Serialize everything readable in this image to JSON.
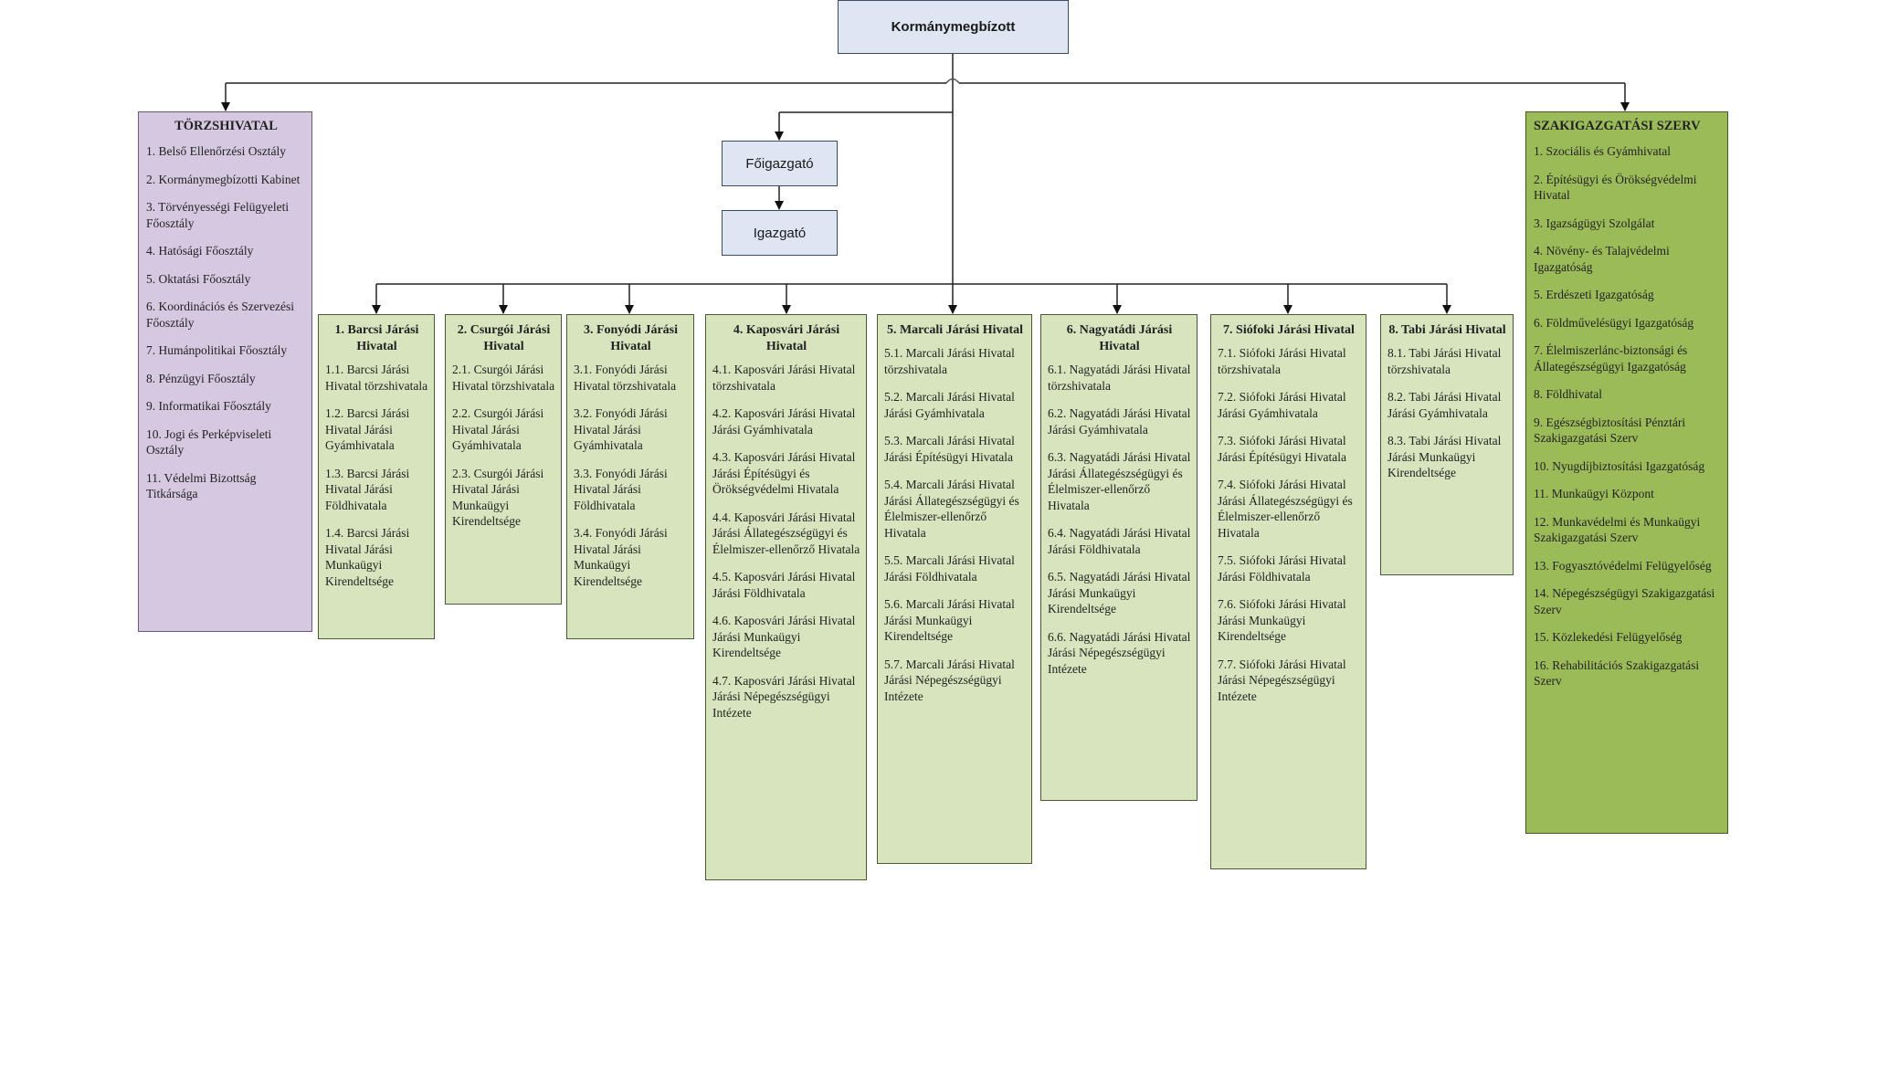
{
  "top": {
    "title": "Kormánymegbízott"
  },
  "fo_igazgato": "Főigazgató",
  "igazgato": "Igazgató",
  "torzshivatal": {
    "title": "TÖRZSHIVATAL",
    "items": [
      "1. Belső Ellenőrzési Osztály",
      "2. Kormánymegbízotti Kabinet",
      "3. Törvényességi Felügyeleti Főosztály",
      "4. Hatósági Főosztály",
      "5. Oktatási Főosztály",
      "6. Koordinációs és Szervezési Főosztály",
      "7. Humánpolitikai Főosztály",
      "8. Pénzügyi Főosztály",
      "9. Informatikai Főosztály",
      "10. Jogi és Perképviseleti Osztály",
      "11. Védelmi Bizottság Titkársága"
    ]
  },
  "szakigazgatasi": {
    "title": "SZAKIGAZGATÁSI SZERV",
    "items": [
      "1. Szociális és Gyámhivatal",
      "2. Építésügyi és Örökségvédelmi Hivatal",
      "3. Igazságügyi Szolgálat",
      "4. Növény- és Talajvédelmi Igazgatóság",
      "5. Erdészeti Igazgatóság",
      "6. Földművelésügyi Igazgatóság",
      "7. Élelmiszerlánc-biztonsági és Állategészségügyi Igazgatóság",
      "8. Földhivatal",
      "9. Egészségbiztosítási Pénztári Szakigazgatási Szerv",
      "10. Nyugdíjbiztosítási Igazgatóság",
      "11. Munkaügyi Központ",
      "12. Munkavédelmi és Munkaügyi Szakigazgatási Szerv",
      "13. Fogyasztóvédelmi Felügyelőség",
      "14. Népegészségügyi Szakigazgatási Szerv",
      "15. Közlekedési Felügyelőség",
      "16. Rehabilitációs Szakigazgatási Szerv"
    ]
  },
  "jarasok": [
    {
      "title": "1. Barcsi Járási Hivatal",
      "items": [
        "1.1. Barcsi Járási Hivatal törzshivatala",
        "1.2. Barcsi Járási Hivatal Járási Gyámhivatala",
        "1.3. Barcsi Járási Hivatal Járási Földhivatala",
        "1.4. Barcsi Járási Hivatal Járási Munkaügyi Kirendeltsége"
      ]
    },
    {
      "title": "2. Csurgói Járási Hivatal",
      "items": [
        "2.1. Csurgói Járási Hivatal törzshivatala",
        "2.2. Csurgói Járási Hivatal Járási Gyámhivatala",
        "2.3. Csurgói Járási Hivatal Járási Munkaügyi Kirendeltsége"
      ]
    },
    {
      "title": "3. Fonyódi Járási Hivatal",
      "items": [
        "3.1. Fonyódi Járási Hivatal törzshivatala",
        "3.2. Fonyódi Járási Hivatal Járási Gyámhivatala",
        "3.3. Fonyódi Járási Hivatal Járási Földhivatala",
        "3.4. Fonyódi Járási Hivatal Járási Munkaügyi Kirendeltsége"
      ]
    },
    {
      "title": "4. Kaposvári Járási Hivatal",
      "items": [
        "4.1. Kaposvári Járási Hivatal törzshivatala",
        "4.2. Kaposvári Járási Hivatal Járási Gyámhivatala",
        "4.3. Kaposvári Járási Hivatal Járási Építésügyi és Örökségvédelmi Hivatala",
        "4.4. Kaposvári Járási Hivatal Járási Állategészségügyi és Élelmiszer-ellenőrző Hivatala",
        "4.5. Kaposvári Járási Hivatal Járási Földhivatala",
        "4.6. Kaposvári Járási Hivatal Járási Munkaügyi Kirendeltsége",
        "4.7. Kaposvári Járási Hivatal Járási Népegészségügyi Intézete"
      ]
    },
    {
      "title": "5. Marcali Járási Hivatal",
      "items": [
        "5.1. Marcali Járási Hivatal törzshivatala",
        "5.2. Marcali Járási Hivatal Járási Gyámhivatala",
        "5.3. Marcali Járási Hivatal Járási Építésügyi Hivatala",
        "5.4. Marcali Járási Hivatal Járási Állategészségügyi és Élelmiszer-ellenőrző Hivatala",
        "5.5. Marcali Járási Hivatal Járási Földhivatala",
        "5.6. Marcali Járási Hivatal Járási Munkaügyi Kirendeltsége",
        "5.7. Marcali Járási Hivatal Járási Népegészségügyi Intézete"
      ]
    },
    {
      "title": "6. Nagyatádi Járási Hivatal",
      "items": [
        "6.1. Nagyatádi Járási Hivatal törzshivatala",
        "6.2. Nagyatádi Járási Hivatal Járási Gyámhivatala",
        "6.3. Nagyatádi Járási Hivatal Járási Állategészségügyi és Élelmiszer-ellenőrző Hivatala",
        "6.4. Nagyatádi Járási Hivatal Járási Földhivatala",
        "6.5. Nagyatádi Járási Hivatal Járási Munkaügyi Kirendeltsége",
        "6.6. Nagyatádi Járási Hivatal Járási Népegészségügyi Intézete"
      ]
    },
    {
      "title": "7. Siófoki Járási Hivatal",
      "items": [
        "7.1. Siófoki Járási Hivatal törzshivatala",
        "7.2. Siófoki Járási Hivatal Járási Gyámhivatala",
        "7.3. Siófoki Járási Hivatal Járási Építésügyi Hivatala",
        "7.4. Siófoki Járási Hivatal Járási Állategészségügyi és Élelmiszer-ellenőrző Hivatala",
        "7.5. Siófoki Járási Hivatal Járási Földhivatala",
        "7.6. Siófoki Járási Hivatal Járási Munkaügyi Kirendeltsége",
        "7.7. Siófoki Járási Hivatal Járási Népegészségügyi Intézete"
      ]
    },
    {
      "title": "8. Tabi Járási Hivatal",
      "items": [
        "8.1. Tabi Járási Hivatal törzshivatala",
        "8.2. Tabi Járási Hivatal Járási Gyámhivatala",
        "8.3. Tabi Járási Hivatal Járási Munkaügyi Kirendeltsége"
      ]
    }
  ]
}
